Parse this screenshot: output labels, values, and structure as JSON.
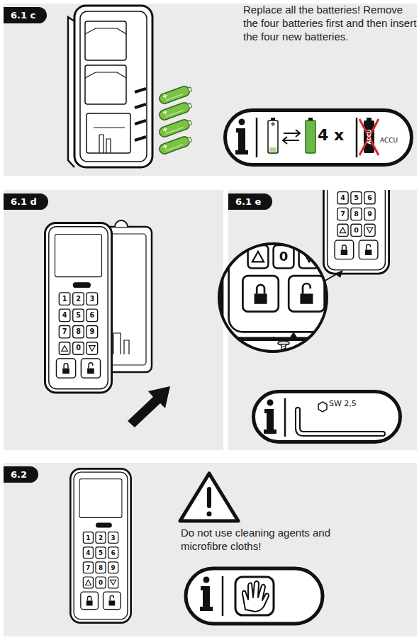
{
  "diagram": {
    "nodes": [
      {
        "text": [
          "6.1 c",
          "Replace all the batteries! Remove the four batteries first and then insert the four new batteries."
        ]
      },
      {
        "text": [
          "4 x",
          "ACCU"
        ],
        "in": 0
      },
      {
        "text": [
          "6.1 d"
        ]
      },
      {
        "text": [
          "6.1 e"
        ]
      },
      {
        "text": [
          "SW 2,5"
        ],
        "in": 3
      },
      {
        "text": [
          "6.2",
          "Do not use cleaning agents and microfibre cloths!"
        ]
      }
    ],
    "labels": [
      "ACCU",
      "1",
      "2",
      "3",
      "4",
      "5",
      "6",
      "7",
      "8",
      "9",
      "0",
      "4",
      "5",
      "6",
      "7",
      "8",
      "9",
      "0",
      "0",
      "1",
      "2",
      "3",
      "4",
      "5",
      "6",
      "7",
      "8",
      "9",
      "0"
    ]
  }
}
